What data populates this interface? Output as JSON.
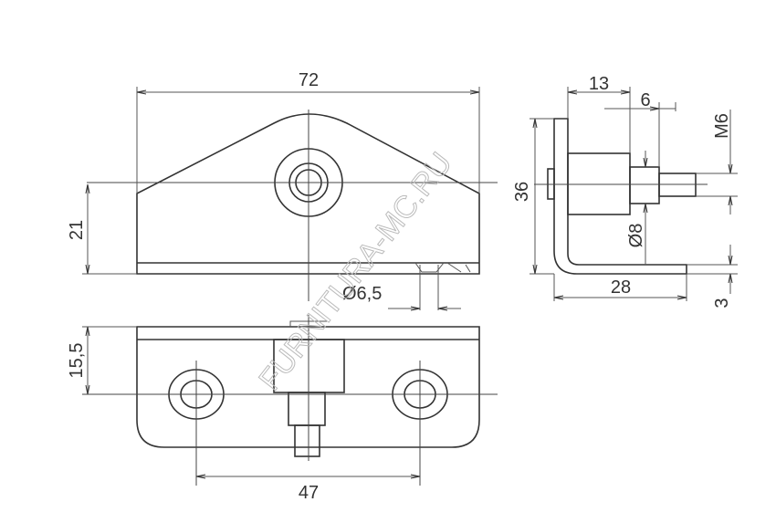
{
  "drawing": {
    "front_view": {
      "width_dim": "72",
      "height_dim": "21",
      "hole_dim": "Ø6,5"
    },
    "bottom_view": {
      "depth_dim": "15,5",
      "hole_spacing_dim": "47"
    },
    "side_view": {
      "cylinder_dim": "13",
      "neck_dim": "6",
      "height_dim": "36",
      "base_dim": "28",
      "thread_dim": "M6",
      "neck_diameter_dim": "Ø8",
      "thickness_dim": "3"
    },
    "watermark": "FURNITURA-MC.RU"
  }
}
